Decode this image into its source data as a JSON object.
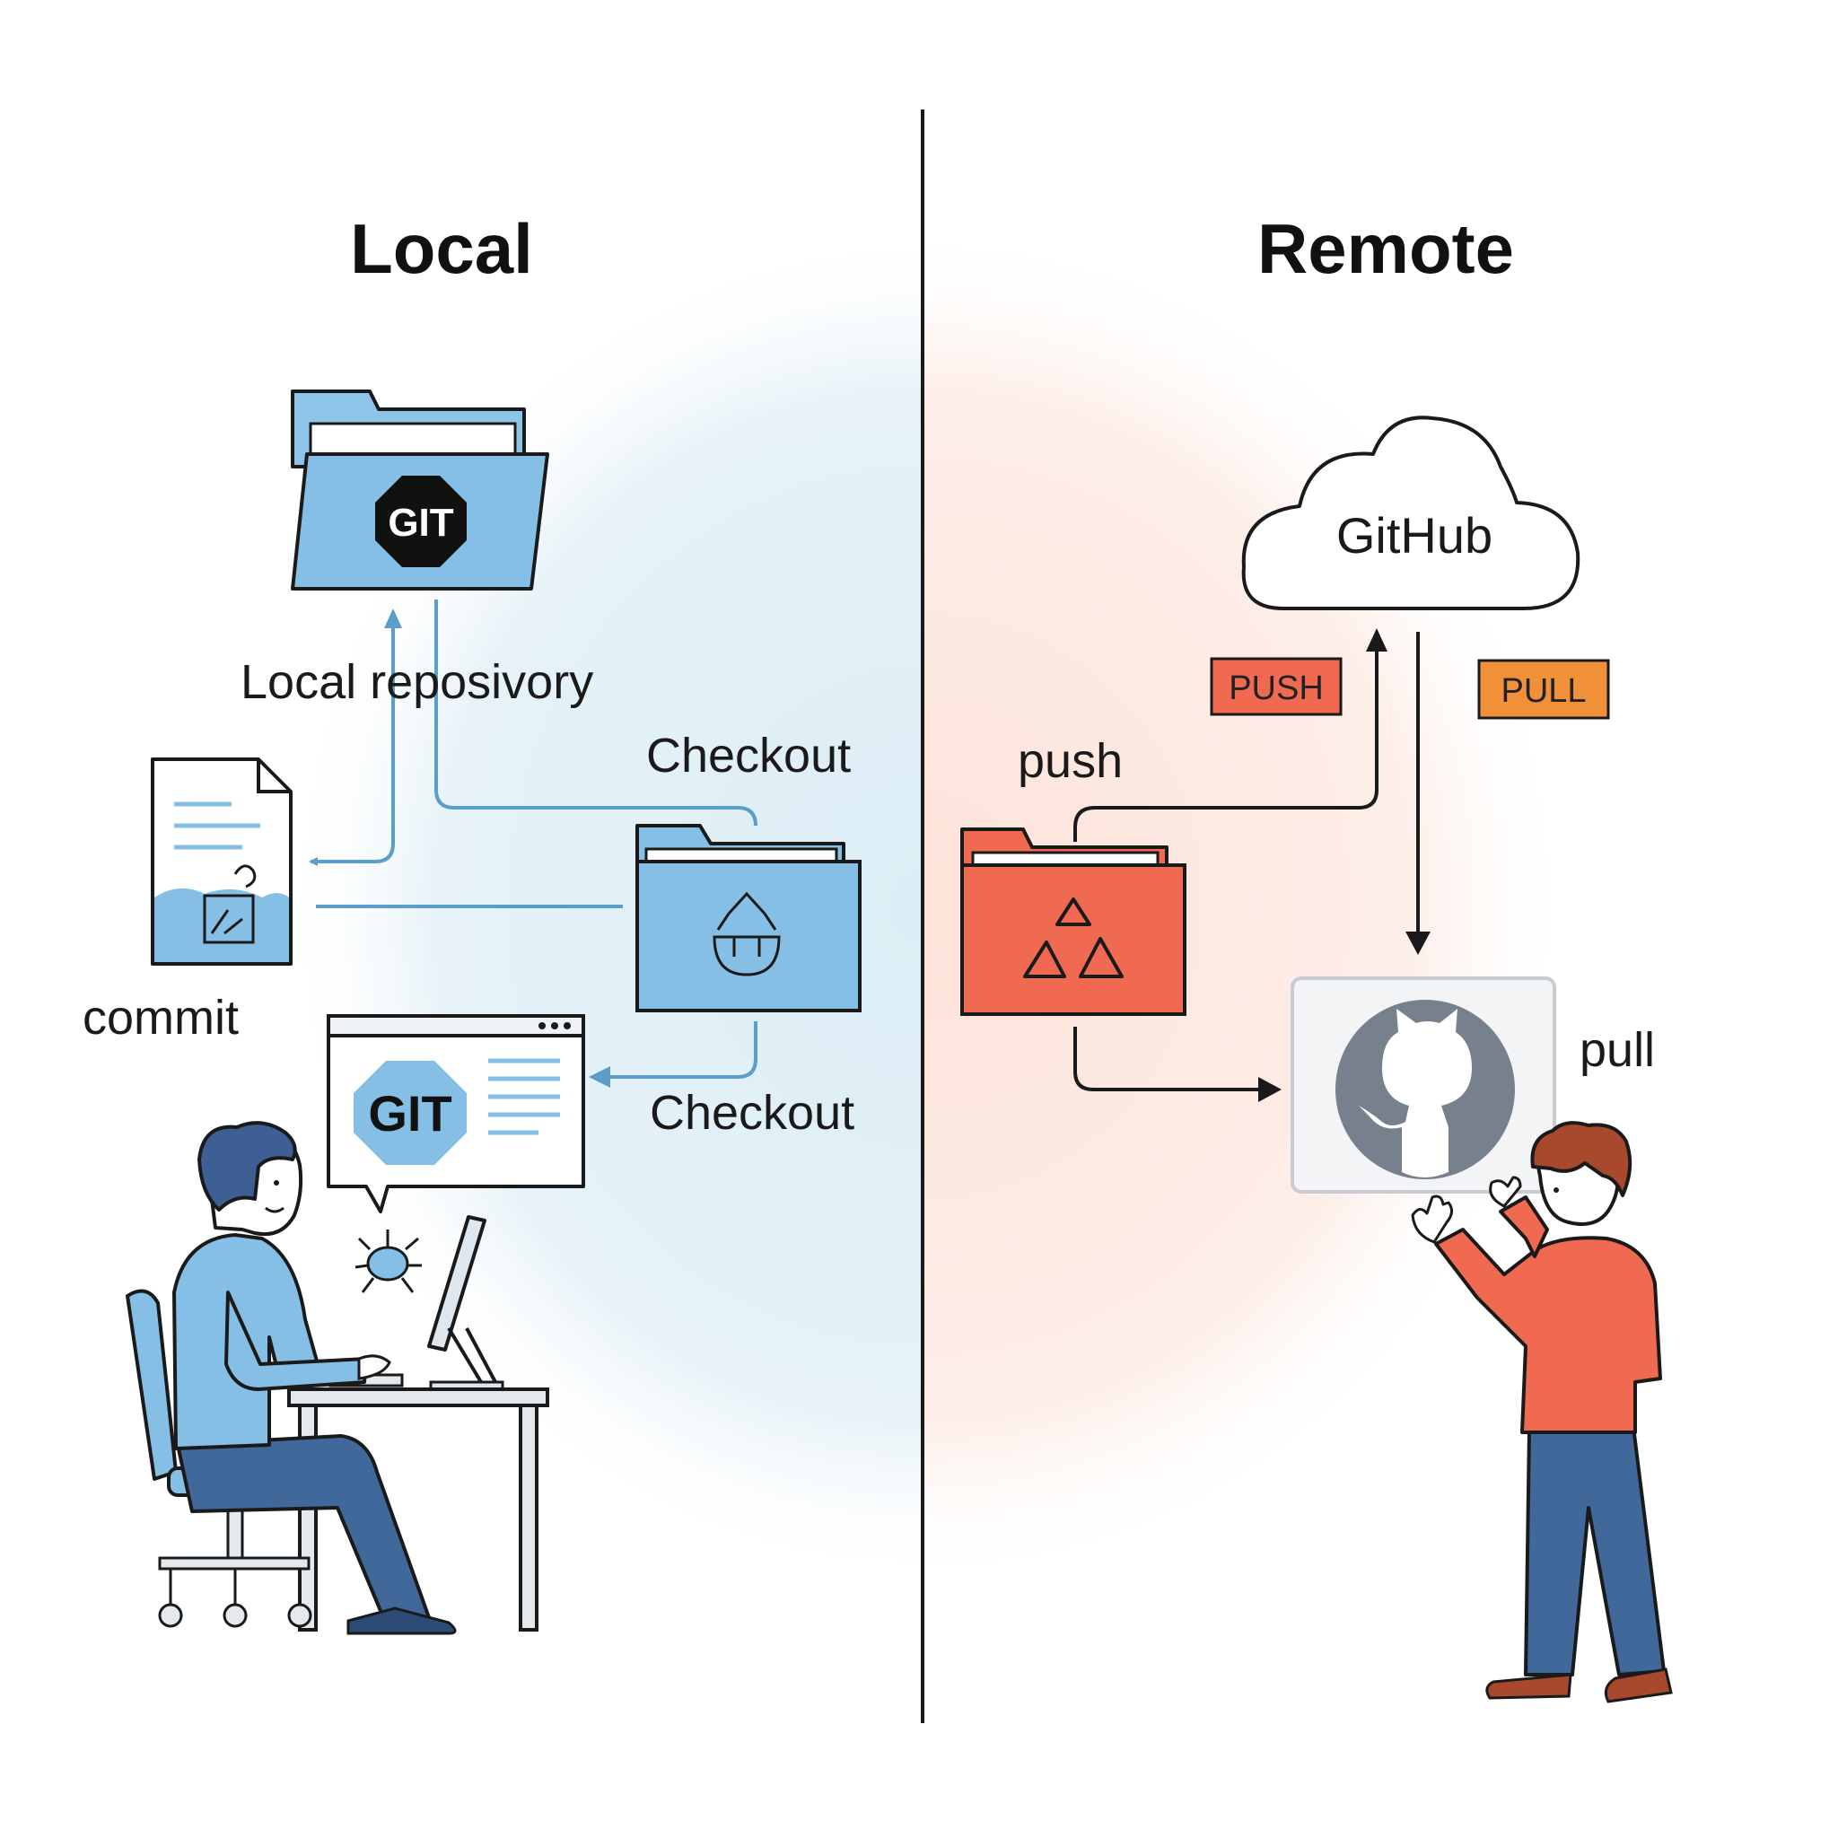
{
  "sections": {
    "local_heading": "Local",
    "remote_heading": "Remote"
  },
  "local": {
    "repo_badge": "GIT",
    "repo_label": "Local reposivory",
    "checkout_top": "Checkout",
    "checkout_bottom": "Checkout",
    "commit_label": "commit",
    "screen_badge": "GIT"
  },
  "remote": {
    "cloud_label": "GitHub",
    "push_tag": "PUSH",
    "pull_tag": "PULL",
    "push_label": "push",
    "pull_label": "pull"
  },
  "colors": {
    "local_accent": "#86bfe6",
    "local_bg": "#e3f1f7",
    "remote_accent": "#ef6a50",
    "remote_bg": "#fde9e2",
    "pull_tag": "#f0913a",
    "push_tag": "#ef6a50",
    "divider": "#1a1a1a"
  },
  "icons": [
    "folder-icon",
    "git-logo-icon",
    "document-icon",
    "cloud-icon",
    "github-octocat-icon",
    "bug-icon",
    "monitor-icon",
    "desk-icon",
    "chair-icon",
    "person-icon"
  ]
}
